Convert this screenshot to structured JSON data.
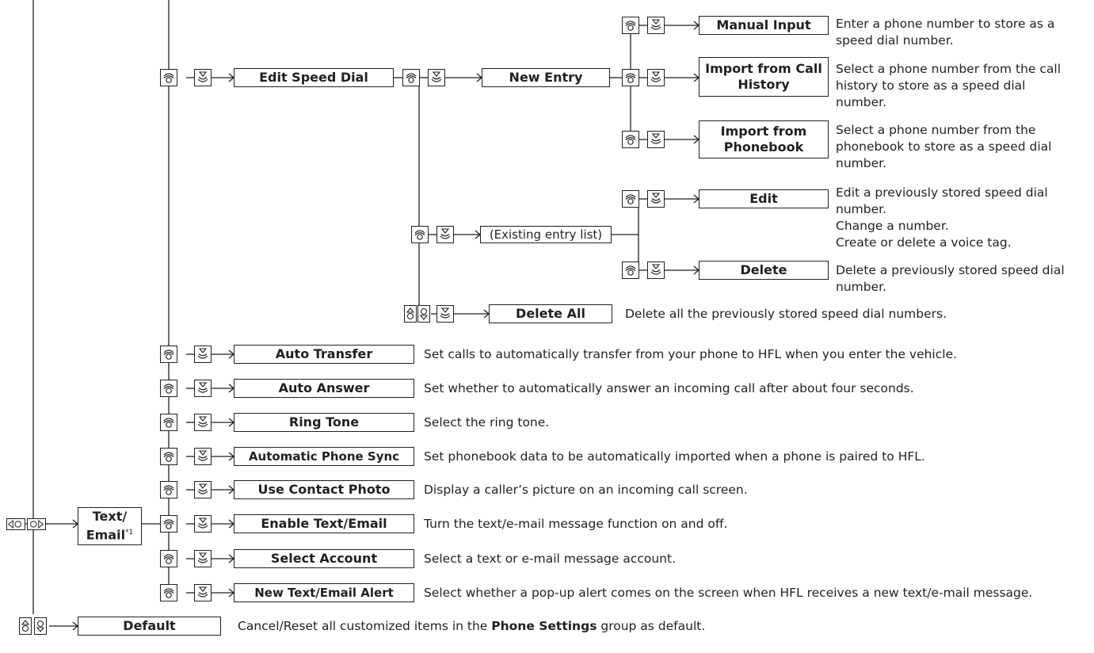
{
  "nodes": {
    "manual_input": "Manual Input",
    "import_call_history_1": "Import from Call",
    "import_call_history_2": "History",
    "edit_speed_dial": "Edit Speed Dial",
    "new_entry": "New Entry",
    "import_phonebook_1": "Import from",
    "import_phonebook_2": "Phonebook",
    "edit": "Edit",
    "existing_entry_list": "(Existing entry list)",
    "delete": "Delete",
    "delete_all": "Delete All",
    "auto_transfer": "Auto Transfer",
    "auto_answer": "Auto Answer",
    "ring_tone": "Ring Tone",
    "automatic_phone_sync": "Automatic Phone Sync",
    "use_contact_photo": "Use Contact Photo",
    "text_email_1": "Text/",
    "text_email_2": "Email",
    "text_email_note": "*1",
    "enable_text_email": "Enable Text/Email",
    "select_account": "Select Account",
    "new_text_email_alert": "New Text/Email Alert",
    "default": "Default"
  },
  "descriptions": {
    "manual_input": [
      "Enter a phone number to store as a",
      "speed dial number."
    ],
    "import_call_history": [
      "Select a phone number from the call",
      "history to store as a speed dial",
      "number."
    ],
    "import_phonebook": [
      "Select a phone number from the",
      "phonebook to store as a speed dial",
      "number."
    ],
    "edit": [
      "Edit a previously stored speed dial",
      "number.",
      "Change a number.",
      "Create or delete a voice tag."
    ],
    "delete": [
      "Delete a previously stored speed dial",
      "number."
    ],
    "delete_all": "Delete all the previously stored speed dial numbers.",
    "auto_transfer": "Set calls to automatically transfer from your phone to HFL when you enter the vehicle.",
    "auto_answer": "Set whether to automatically answer an incoming call after about four seconds.",
    "ring_tone": "Select the ring tone.",
    "automatic_phone_sync": "Set phonebook data to be automatically imported when a phone is paired to HFL.",
    "use_contact_photo": "Display a caller’s picture on an incoming call screen.",
    "enable_text_email": "Turn the text/e-mail message function on and off.",
    "select_account": "Select a text or e-mail message account.",
    "new_text_email_alert": "Select whether a pop-up alert comes on the screen when HFL receives a new text/e-mail message.",
    "default_prefix": "Cancel/Reset all customized items in the ",
    "default_bold": "Phone Settings",
    "default_suffix": " group as default."
  },
  "icons": {
    "rotate": "rotate-knob-icon",
    "press": "press-knob-icon",
    "move_up_down": "move-up-down-icon",
    "move_left": "move-left-icon",
    "move_right": "move-right-icon"
  }
}
